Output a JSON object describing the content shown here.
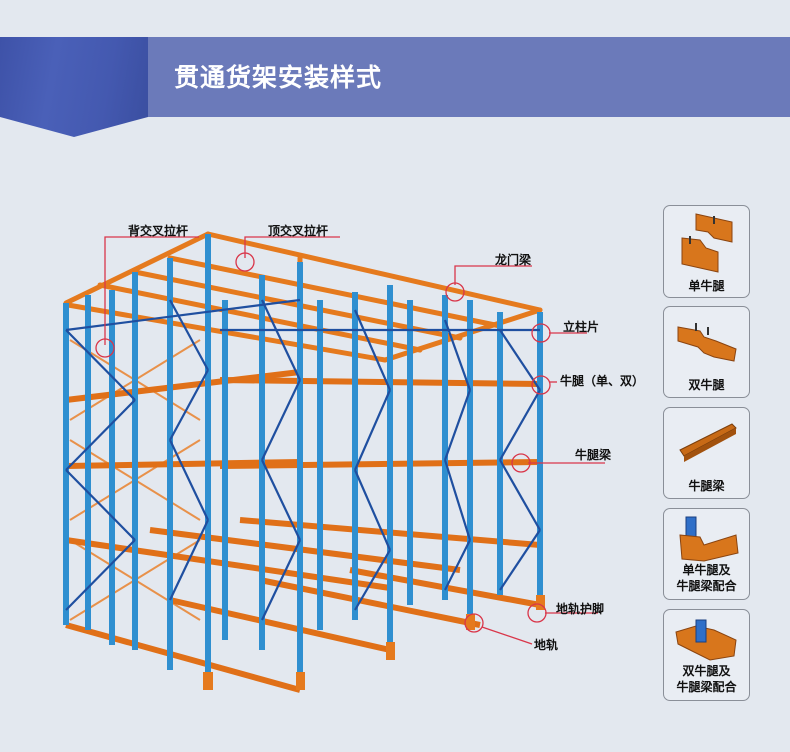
{
  "header": {
    "title": "贯通货架安装样式"
  },
  "colors": {
    "banner": "#6b7aba",
    "banner_tab": "#4459b0",
    "upright_blue": "#2f8fd0",
    "brace_blue": "#1f4fa0",
    "beam_orange": "#e57a1e",
    "callout_red": "#d9364a",
    "background": "#e3e8ef"
  },
  "diagram": {
    "callouts": [
      {
        "id": "back-cross-brace",
        "label": "背交叉拉杆"
      },
      {
        "id": "top-cross-brace",
        "label": "顶交叉拉杆"
      },
      {
        "id": "gantry-beam",
        "label": "龙门梁"
      },
      {
        "id": "upright-frame",
        "label": "立柱片"
      },
      {
        "id": "corbel",
        "label": "牛腿（单、双）"
      },
      {
        "id": "corbel-beam",
        "label": "牛腿梁"
      },
      {
        "id": "rail-guard",
        "label": "地轨护脚"
      },
      {
        "id": "ground-rail",
        "label": "地轨"
      }
    ]
  },
  "components": [
    {
      "id": "single-corbel",
      "label": "单牛腿",
      "label2": ""
    },
    {
      "id": "double-corbel",
      "label": "双牛腿",
      "label2": ""
    },
    {
      "id": "corbel-beam",
      "label": "牛腿梁",
      "label2": ""
    },
    {
      "id": "single-corbel-with-beam",
      "label": "单牛腿及",
      "label2": "牛腿梁配合"
    },
    {
      "id": "double-corbel-with-beam",
      "label": "双牛腿及",
      "label2": "牛腿梁配合"
    }
  ]
}
